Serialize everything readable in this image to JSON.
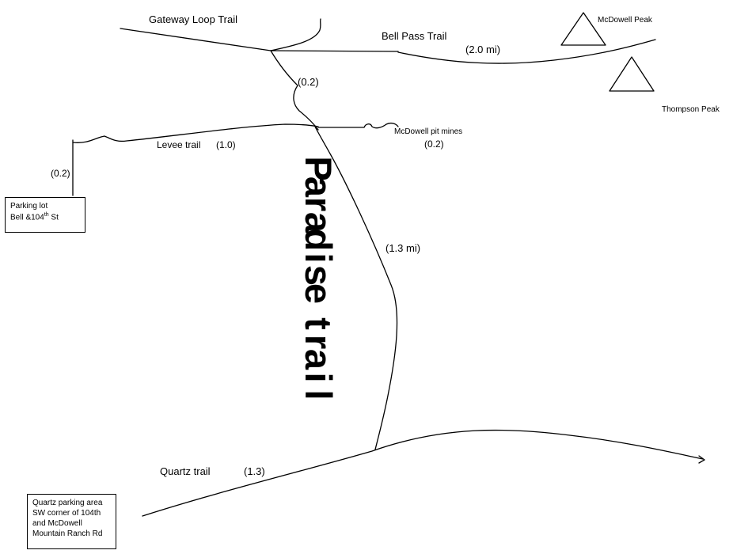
{
  "map": {
    "trails": {
      "gateway_loop": "Gateway Loop Trail",
      "bell_pass": "Bell Pass Trail",
      "bell_pass_distance": "(2.0 mi)",
      "connector_distance": "(0.2)",
      "levee": "Levee trail",
      "levee_distance": "(1.0)",
      "parking_spur_distance": "(0.2)",
      "pit_mines": "McDowell pit mines",
      "pit_mines_distance": "(0.2)",
      "paradise": "Paradise trail",
      "paradise_distance": "(1.3 mi)",
      "quartz": "Quartz trail",
      "quartz_distance": "(1.3)"
    },
    "peaks": {
      "mcdowell": "McDowell Peak",
      "thompson": "Thompson Peak"
    },
    "parking": {
      "bell": {
        "line1": "Parking lot",
        "line2_prefix": "Bell &104",
        "line2_super": "th",
        "line2_suffix": " St"
      },
      "quartz": {
        "line1": "Quartz parking area",
        "line2": "SW corner of 104th",
        "line3": "and McDowell",
        "line4": "Mountain Ranch Rd"
      }
    },
    "colors": {
      "line": "#000000",
      "background": "#ffffff"
    }
  }
}
